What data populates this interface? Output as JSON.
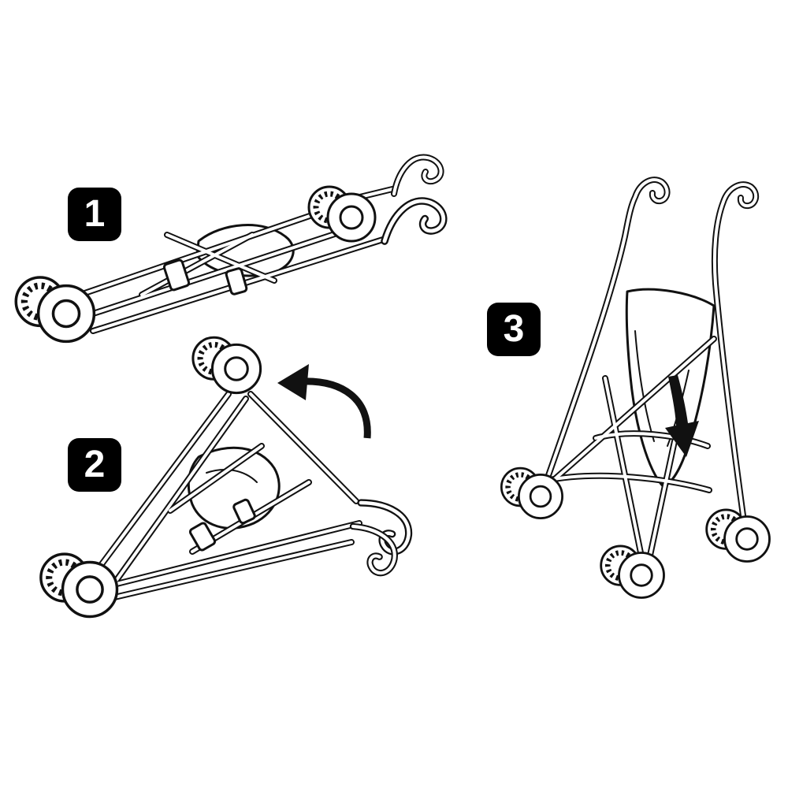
{
  "canvas": {
    "background": "#ffffff",
    "line_color": "#111111"
  },
  "badges": {
    "bg": "#000000",
    "text_color": "#ffffff"
  },
  "steps": [
    {
      "label": "1",
      "illustration": "stroller-folded-flat"
    },
    {
      "label": "2",
      "illustration": "stroller-half-unfolded",
      "arrow_icon": "curved-rotate-arrow"
    },
    {
      "label": "3",
      "illustration": "stroller-fully-open",
      "arrow_icon": "press-down-arrow"
    }
  ]
}
